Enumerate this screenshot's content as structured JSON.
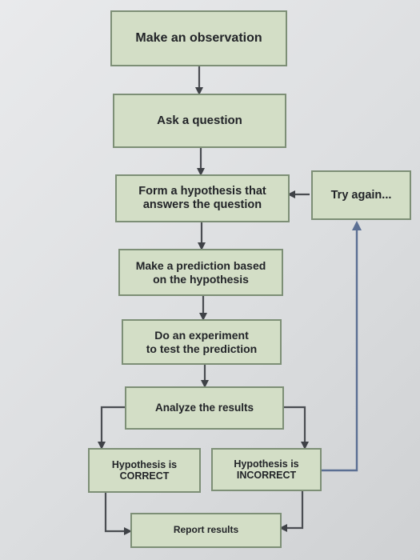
{
  "flowchart": {
    "observation": "Make an observation",
    "question": "Ask a question",
    "hypothesis": "Form a hypothesis that\nanswers the question",
    "try_again": "Try again...",
    "prediction": "Make a prediction based\non the hypothesis",
    "experiment": "Do an experiment\nto test the prediction",
    "analyze": "Analyze the results",
    "correct": "Hypothesis is\nCORRECT",
    "incorrect": "Hypothesis is\nINCORRECT",
    "report": "Report results"
  },
  "colors": {
    "box_fill": "#d3dec6",
    "box_border": "#7d8f76",
    "connector": "#4a4d52",
    "return_line": "#5b6f93"
  }
}
